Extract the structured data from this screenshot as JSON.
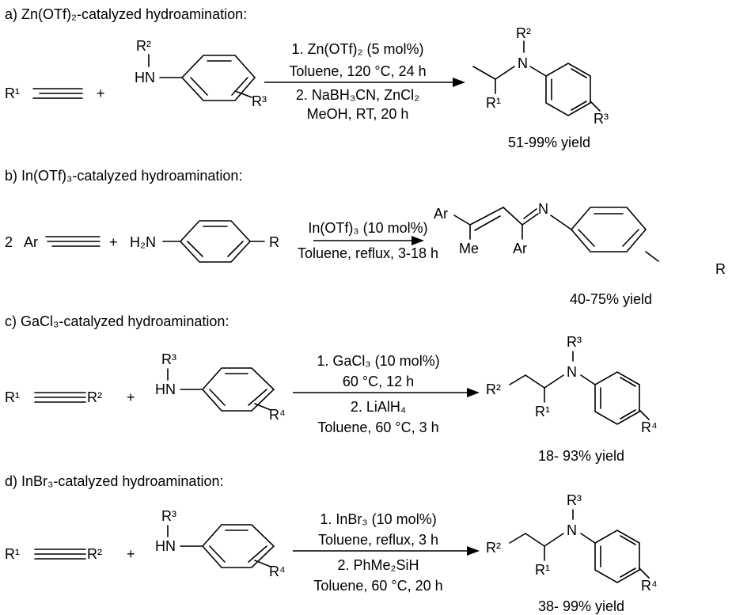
{
  "reactions": {
    "a": {
      "title": "a) Zn(OTf)₂-catalyzed hydroamination:",
      "plus": "+",
      "alkyne_sub": "R¹",
      "amine_N": "HN",
      "amine_R_N": "R²",
      "amine_R_ring": "R³",
      "cond_1": "1. Zn(OTf)₂ (5 mol%)",
      "cond_2": "Toluene, 120 °C, 24 h",
      "cond_3": "2. NaBH₃CN, ZnCl₂",
      "cond_4": "MeOH, RT, 20 h",
      "prod_N": "N",
      "prod_R_N": "R²",
      "prod_R_C": "R¹",
      "prod_R_ring": "R³",
      "yield": "51-99% yield"
    },
    "b": {
      "title": "b) In(OTf)₃-catalyzed hydroamination:",
      "coef": "2",
      "ar": "Ar",
      "plus": "+",
      "amine_N": "H₂N",
      "amine_R": "R",
      "cond_1": "In(OTf)₃ (10 mol%)",
      "cond_2": "Toluene, reflux, 3-18 h",
      "prod_Ar1": "Ar",
      "prod_Me": "Me",
      "prod_Ar2": "Ar",
      "prod_N": "N",
      "prod_R": "R",
      "yield": "40-75% yield"
    },
    "c": {
      "title": "c) GaCl₃-catalyzed hydroamination:",
      "alkyne_R1": "R¹",
      "alkyne_R2": "R²",
      "plus": "+",
      "amine_N": "HN",
      "amine_R_N": "R³",
      "amine_R_ring": "R⁴",
      "cond_1": "1. GaCl₃ (10 mol%)",
      "cond_2": "60 °C, 12 h",
      "cond_3": "2. LiAlH₄",
      "cond_4": "Toluene, 60 °C, 3 h",
      "prod_R2": "R²",
      "prod_N": "N",
      "prod_R_N": "R³",
      "prod_R_C": "R¹",
      "prod_R_ring": "R⁴",
      "yield": "18- 93% yield"
    },
    "d": {
      "title": "d) InBr₃-catalyzed hydroamination:",
      "alkyne_R1": "R¹",
      "alkyne_R2": "R²",
      "plus": "+",
      "amine_N": "HN",
      "amine_R_N": "R³",
      "amine_R_ring": "R⁴",
      "cond_1": "1. InBr₃ (10 mol%)",
      "cond_2": "Toluene, reflux, 3 h",
      "cond_3": "2. PhMe₂SiH",
      "cond_4": "Toluene, 60 °C, 20 h",
      "prod_R2": "R²",
      "prod_N": "N",
      "prod_R_N": "R³",
      "prod_R_C": "R¹",
      "prod_R_ring": "R⁴",
      "yield": "38- 99% yield"
    }
  }
}
